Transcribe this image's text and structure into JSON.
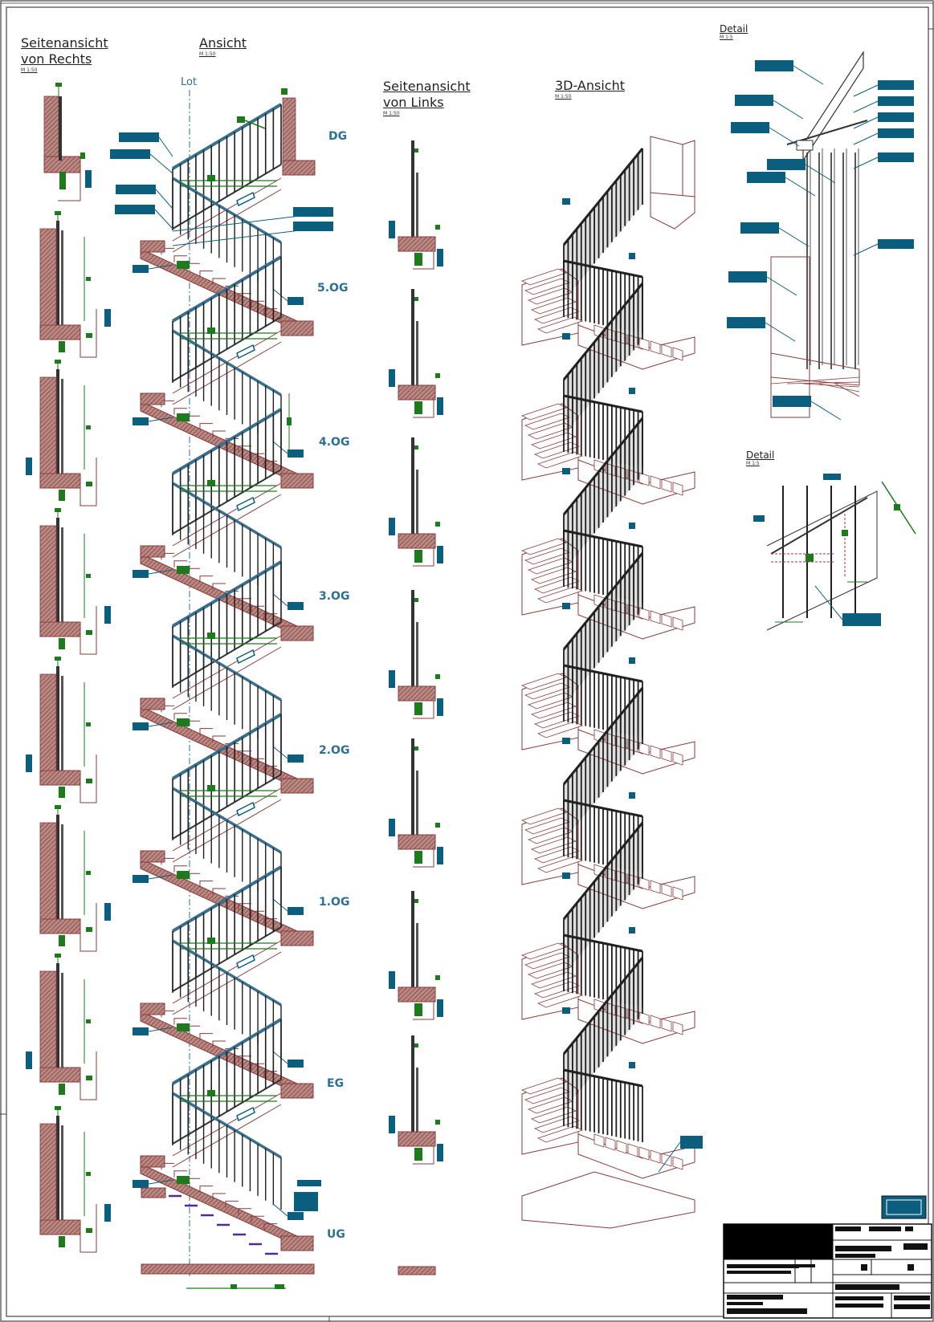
{
  "views": {
    "right": {
      "title_line1": "Seitenansicht",
      "title_line2": "von Rechts",
      "scale": "M 1:50"
    },
    "front": {
      "title": "Ansicht",
      "scale": "M 1:50",
      "plumb_label": "Lot"
    },
    "left": {
      "title_line1": "Seitenansicht",
      "title_line2": "von Links",
      "scale": "M 1:50"
    },
    "iso": {
      "title": "3D-Ansicht",
      "scale": "M 1:50"
    },
    "detail1": {
      "title": "Detail",
      "scale": "M 1:5"
    },
    "detail2": {
      "title": "Detail",
      "scale": "M 1:5"
    }
  },
  "levels": [
    "DG",
    "5.OG",
    "4.OG",
    "3.OG",
    "2.OG",
    "1.OG",
    "EG",
    "UG"
  ],
  "colors": {
    "concrete": "#8b3a3a",
    "railing": "#1e1e1e",
    "callout": "#0b5e7e",
    "dimension": "#1d7a1d",
    "level_text": "#2c6f97"
  }
}
